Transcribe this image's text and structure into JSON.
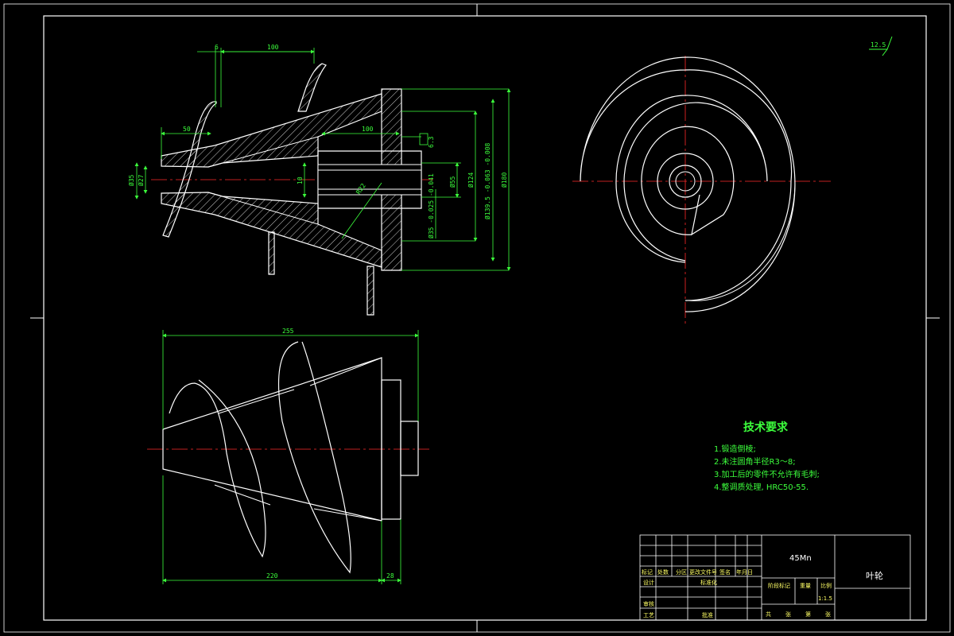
{
  "colors": {
    "background": "#000000",
    "outline": "#ffffff",
    "dimension": "#3cff3c",
    "centerline": "#ff2a2a",
    "titleblock_text": "#ffff66"
  },
  "roughness": "12.5",
  "section_view": {
    "dims": {
      "d_100_top": "100",
      "d_6": "6",
      "d_50": "50",
      "d_100_inner": "100",
      "d_35": "Ø35",
      "d_27": "Ø27",
      "d_10": "10",
      "d_55": "Ø55",
      "d_124": "Ø124",
      "d_1395": "Ø139.5 -0.063 -0.008",
      "d_180": "Ø180",
      "d_bore": "Ø35 -0.025 -0.041",
      "d_r": "R22",
      "d_pos": "6.3"
    }
  },
  "outer_view": {
    "dims": {
      "d_255": "255",
      "d_220": "220",
      "d_28": "28"
    }
  },
  "tech_requirements": {
    "title": "技术要求",
    "items": [
      "1.锻造倒棱;",
      "2.未注圆角半径R3～8;",
      "3.加工后的零件不允许有毛刺;",
      "4.整调质处理, HRC50-55."
    ]
  },
  "title_block": {
    "material": "45Mn",
    "part_name": "叶轮",
    "header_cells": [
      "标记",
      "处数",
      "分区",
      "更改文件号",
      "签名",
      "年月日"
    ],
    "left_labels": [
      "设计",
      "审核",
      "工艺"
    ],
    "mid_labels": [
      "标准化",
      "批准"
    ],
    "stage_label": "阶段标记",
    "weight_label": "重量",
    "scale_label": "比例",
    "scale": "1:1.5",
    "sheet_labels": [
      "共",
      "张",
      "第",
      "张"
    ]
  }
}
